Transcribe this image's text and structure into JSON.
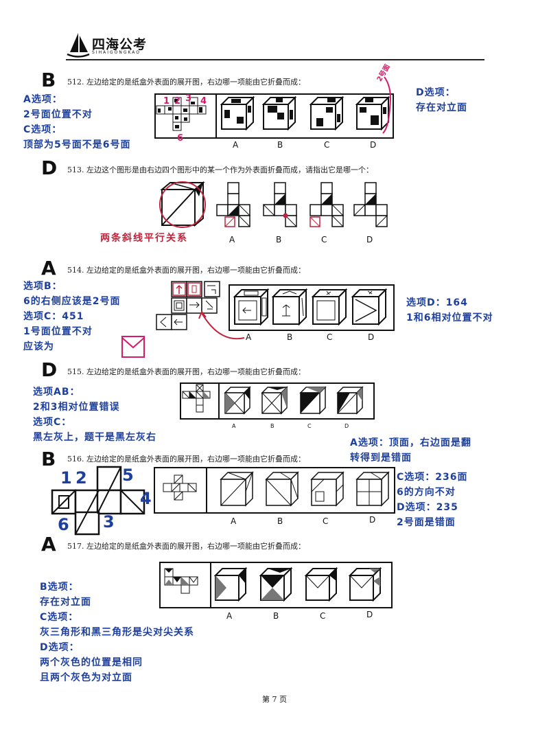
{
  "header": {
    "brand": "四海公考",
    "brand_sub": "SIHAIGONGKAO"
  },
  "colors": {
    "annotation_blue": "#1c3fa0",
    "annotation_red": "#c0233b"
  },
  "questions": [
    {
      "answer": "B",
      "text": "512. 左边给定的是纸盒外表面的展开图，右边哪一项能由它折叠而成：",
      "options": [
        "A",
        "B",
        "C",
        "D"
      ],
      "left_note": [
        "A选项：",
        "2号面位置不对",
        "C选项：",
        "顶部为5号面不是6号面"
      ],
      "right_note": [
        "D选项：",
        "存在对立面"
      ],
      "handwritten": {
        "n1": "1",
        "n2": "2",
        "n3": "3",
        "n4": "4",
        "n6": "6",
        "face_label": "2号面"
      }
    },
    {
      "answer": "D",
      "text": "513. 左边这个图形是由右边四个图形中的某一个作为外表面折叠而成，请指出它是哪一个：",
      "options": [
        "A",
        "B",
        "C",
        "D"
      ],
      "note": "两条斜线平行关系"
    },
    {
      "answer": "A",
      "text": "514. 左边给定的是纸盒外表面的展开图，右边哪一项能由它折叠而成：",
      "options": [
        "A",
        "B",
        "C",
        "D"
      ],
      "left_note": [
        "选项B：",
        "6的右侧应该是2号面",
        "选项C：451",
        "1号面位置不对",
        "应该为"
      ],
      "right_note": [
        "选项D：164",
        "1和6相对位置不对"
      ]
    },
    {
      "answer": "D",
      "text": "515. 左边给定的是纸盒外表面的展开图，右边哪一项能由它折叠而成：",
      "options": [
        "A",
        "B",
        "C",
        "D"
      ],
      "left_note": [
        "选项AB：",
        "2和3相对位置错误",
        "选项C：",
        "黑左灰上，题干是黑左灰右"
      ],
      "right_note": [
        "A选项：顶面，右边面是翻",
        "转得到是错面"
      ]
    },
    {
      "answer": "B",
      "text": "516. 左边给定的是纸盒外表面的展开图，右边哪一项能由它折叠而成：",
      "options": [
        "A",
        "B",
        "C",
        "D"
      ],
      "handwritten": {
        "n1": "1",
        "n2": "2",
        "n3": "3",
        "n4": "4",
        "n5": "5",
        "n6": "6"
      },
      "right_note": [
        "C选项：236面",
        "6的方向不对",
        "D选项：235",
        "2号面是错面"
      ]
    },
    {
      "answer": "A",
      "text": "517. 左边给定的是纸盒外表面的展开图，右边哪一项能由它折叠而成：",
      "options": [
        "A",
        "B",
        "C",
        "D"
      ],
      "left_note": [
        "B选项：",
        "存在对立面",
        "C选项：",
        "灰三角形和黑三角形是尖对尖关系",
        "D选项：",
        "两个灰色的位置是相同",
        "且两个灰色为对立面"
      ]
    }
  ],
  "footer": {
    "page": "第 7 页"
  }
}
